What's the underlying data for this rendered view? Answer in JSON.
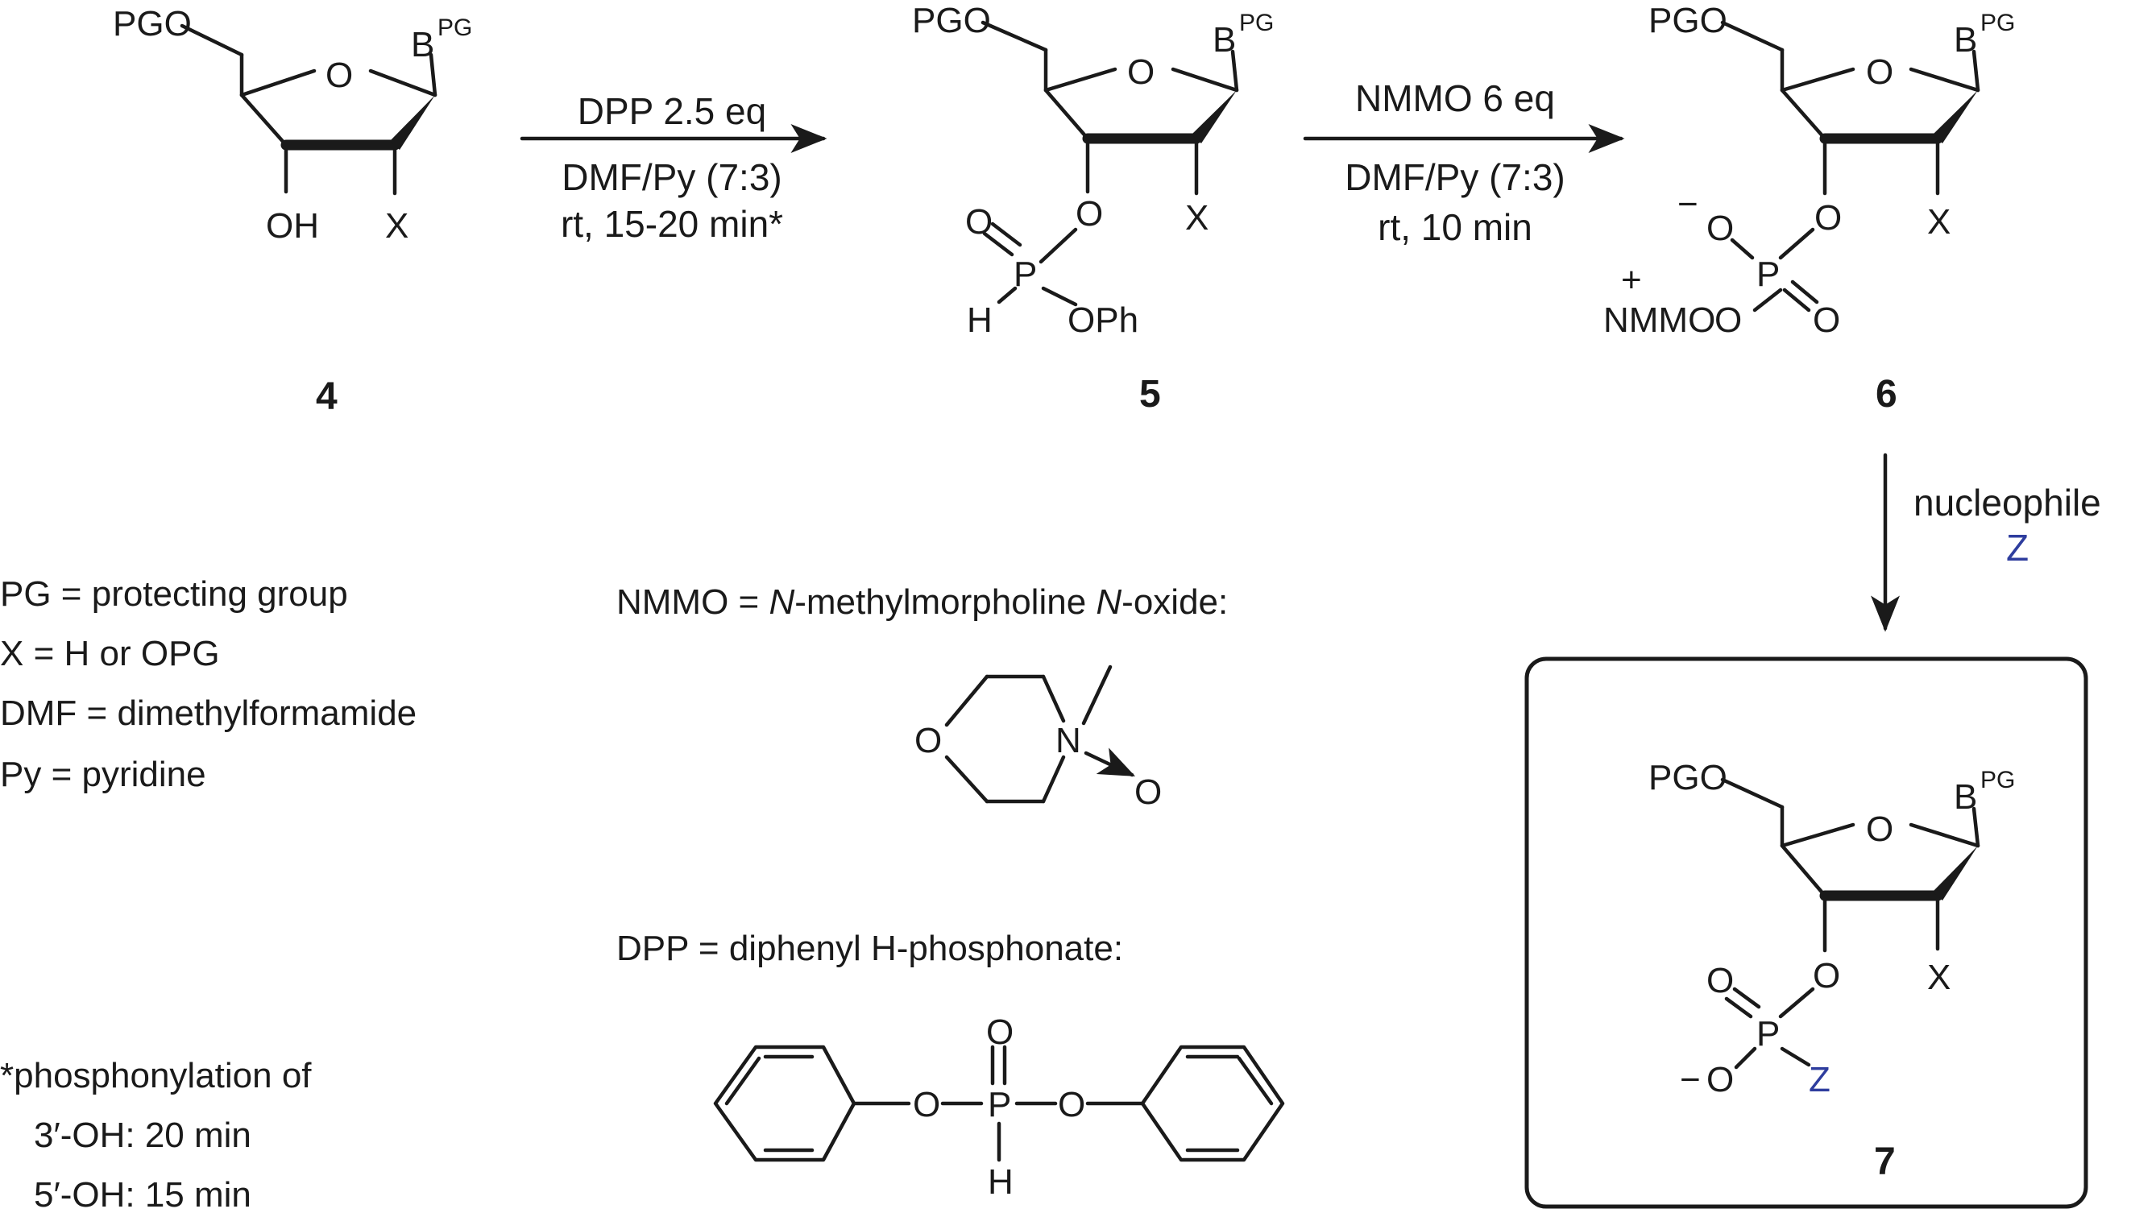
{
  "compounds": {
    "c4": {
      "number": "4",
      "sub5": "PGO",
      "base": "B",
      "base_sup": "PG",
      "ring_o": "O",
      "oh": "OH",
      "x": "X"
    },
    "c5": {
      "number": "5",
      "sub5": "PGO",
      "base": "B",
      "base_sup": "PG",
      "ring_o": "O",
      "o3": "O",
      "x": "X",
      "p": "P",
      "po": "O",
      "h": "H",
      "oph": "OPh"
    },
    "c6": {
      "number": "6",
      "sub5": "PGO",
      "base": "B",
      "base_sup": "PG",
      "ring_o": "O",
      "o3": "O",
      "x": "X",
      "p": "P",
      "o_minus": "O",
      "minus": "−",
      "po": "O",
      "counter_o": "O",
      "plus": "+",
      "nmmo": "NMMO"
    },
    "c7": {
      "number": "7",
      "sub5": "PGO",
      "base": "B",
      "base_sup": "PG",
      "ring_o": "O",
      "o3": "O",
      "x": "X",
      "p": "P",
      "po": "O",
      "o_minus": "O",
      "minus": "−",
      "z": "Z"
    }
  },
  "steps": {
    "step1": {
      "line1": "DPP 2.5 eq",
      "line2": "DMF/Py (7:3)",
      "line3": "rt, 15-20 min*"
    },
    "step2": {
      "line1": "NMMO 6 eq",
      "line2": "DMF/Py (7:3)",
      "line3": "rt, 10 min"
    },
    "step3": {
      "line1": "nucleophile",
      "line2": "Z"
    }
  },
  "legend": {
    "pg": "PG = protecting group",
    "x": "X = H or OPG",
    "dmf": "DMF = dimethylformamide",
    "py": "Py = pyridine"
  },
  "footnote": {
    "line1": "*phosphonylation of",
    "line2": "3′-OH: 20 min",
    "line3": "5′-OH: 15 min"
  },
  "definitions": {
    "nmmo_prefix": "NMMO = ",
    "nmmo_n1": "N",
    "nmmo_mid": "-methylmorpholine ",
    "nmmo_n2": "N",
    "nmmo_suffix": "-oxide:",
    "nmmo_struct": {
      "o": "O",
      "n": "N",
      "no": "O"
    },
    "dpp_label": "DPP = diphenyl H-phosphonate:",
    "dpp_struct": {
      "o_left": "O",
      "p": "P",
      "o_right": "O",
      "o_top": "O",
      "h": "H"
    }
  },
  "colors": {
    "text": "#1a1a1a",
    "nucleophile": "#2e3d9e"
  }
}
